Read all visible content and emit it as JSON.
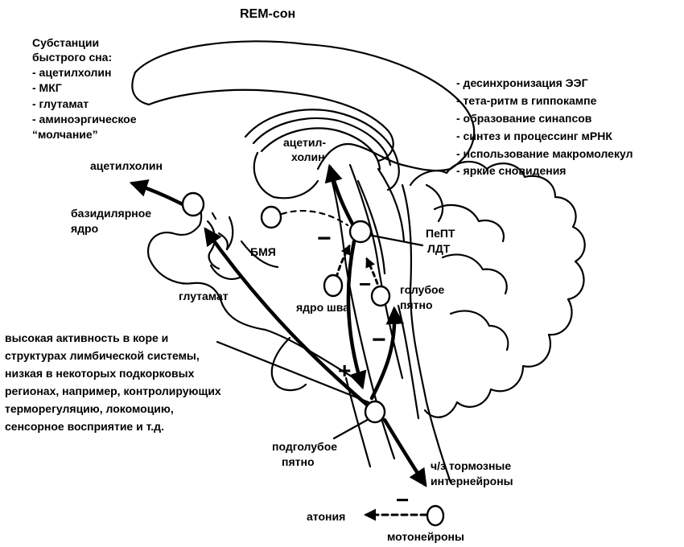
{
  "title": "REM-сон",
  "substances": {
    "heading": [
      "Субстанции",
      "быстрого сна:"
    ],
    "items": [
      "- ацетилхолин",
      "- МКГ",
      "- глутамат",
      "- аминоэргическое",
      "“молчание”"
    ]
  },
  "effects": [
    "- десинхронизация ЭЭГ",
    "- тета-ритм в гиппокампе",
    "- образование синапсов",
    "- синтез и процессинг мРНК",
    "- использование макромолекул",
    "- яркие сновидения"
  ],
  "activity_note": [
    "высокая активность в коре и",
    "структурах лимбической системы,",
    "низкая в некоторых подкорковых",
    "регионах, например, контролирующих",
    "терморегуляцию, локомоцию,",
    "сенсорное восприятие и т.д."
  ],
  "labels": {
    "acetylcholine_left": "ацетилхолин",
    "acetylcholine_center": [
      "ацетил-",
      "холин"
    ],
    "basal_nucleus": [
      "базидилярное",
      "ядро"
    ],
    "bmya": "БМЯ",
    "peppt": [
      "ПеПТ",
      "ЛДТ"
    ],
    "raphe": "ядро шва",
    "locus_coeruleus": [
      "голубое",
      "пятно"
    ],
    "glutamate": "глутамат",
    "subcoeruleus": [
      "подголубое",
      "пятно"
    ],
    "inhibitory": [
      "ч/з тормозные",
      "интернейроны"
    ],
    "atonia": "атония",
    "motoneurons": "мотонейроны"
  },
  "signs": {
    "minus_peppt": "−",
    "minus_raphe_input": "−",
    "minus_lc": "−",
    "plus_subcoeruleus": "+",
    "minus_motoneurons": "−"
  }
}
